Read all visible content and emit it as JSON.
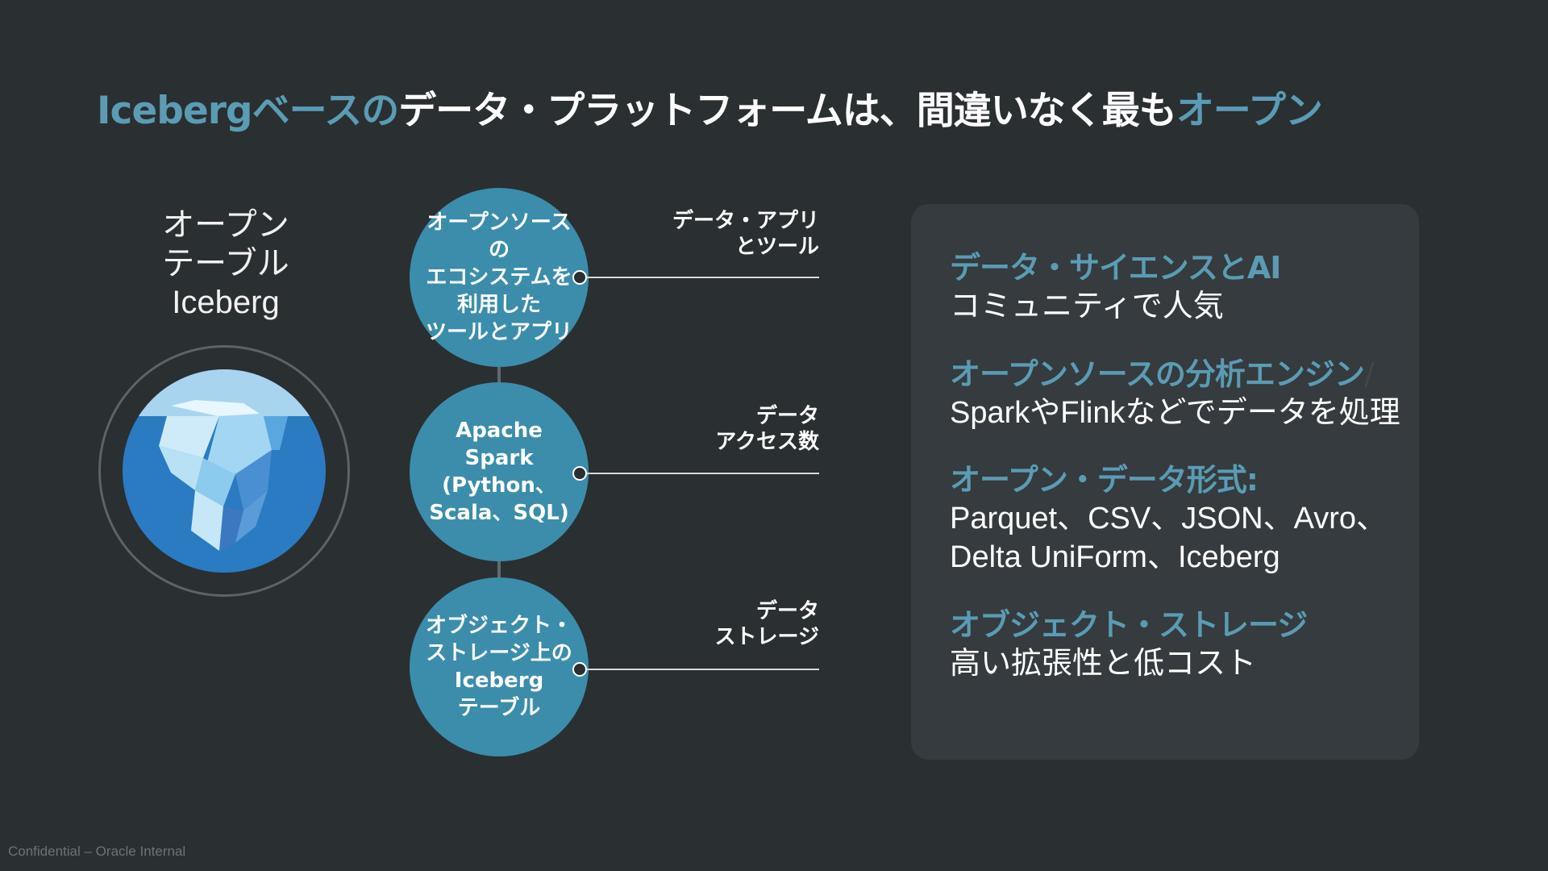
{
  "title": {
    "part1": "Icebergベースの",
    "part2": "データ・プラットフォームは、間違いなく最も",
    "part3": "オープン"
  },
  "open_table_label": [
    "オープン",
    "テーブル",
    "Iceberg"
  ],
  "circles": [
    {
      "lines": [
        "オープンソースの",
        "エコシステムを",
        "利用した",
        "ツールとアプリ"
      ],
      "side_label": [
        "データ・アプリ",
        "とツール"
      ]
    },
    {
      "lines": [
        "Apache",
        "Spark",
        "(Python、",
        "Scala、SQL)"
      ],
      "side_label": [
        "データ",
        "アクセス数"
      ]
    },
    {
      "lines": [
        "オブジェクト・",
        "ストレージ上の",
        "Iceberg",
        "テーブル"
      ],
      "side_label": [
        "データ",
        "ストレージ"
      ]
    }
  ],
  "panel": {
    "items": [
      {
        "heading": "データ・サイエンスとAI",
        "body": [
          "コミュニティで人気"
        ]
      },
      {
        "heading": "オープンソースの分析エンジン",
        "heading_suffix": "/",
        "body": [
          "SparkやFlinkなどでデータを処理"
        ]
      },
      {
        "heading": "オープン・データ形式:",
        "body": [
          "Parquet、CSV、JSON、Avro、",
          "Delta UniForm、Iceberg"
        ]
      },
      {
        "heading": "オブジェクト・ストレージ",
        "body": [
          "高い拡張性と低コスト"
        ]
      }
    ]
  },
  "colors": {
    "background": "#2a2f32",
    "accent": "#5b9bb4",
    "circle": "#3b8dab",
    "panel": "#353b3e"
  },
  "icons": {
    "iceberg": "iceberg-icon"
  },
  "footer": "Confidential – Oracle Internal"
}
